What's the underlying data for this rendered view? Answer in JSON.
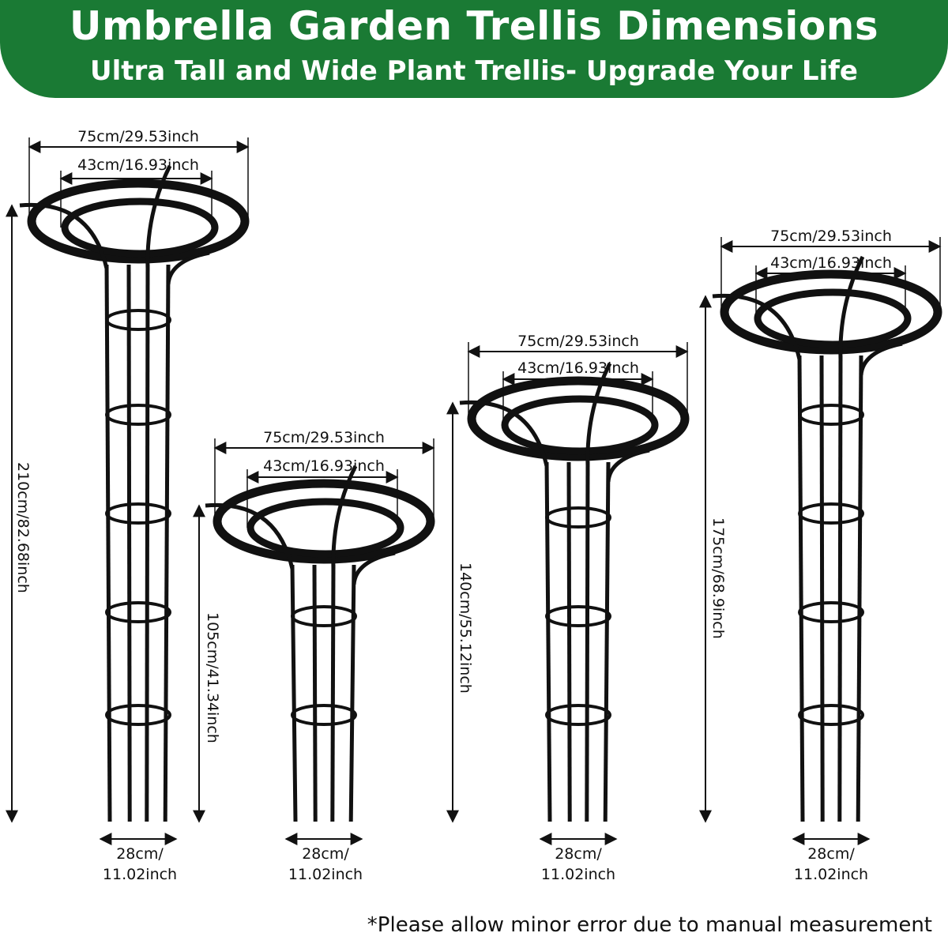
{
  "header": {
    "title": "Umbrella Garden Trellis Dimensions",
    "subtitle": "Ultra Tall and Wide Plant Trellis- Upgrade Your Life"
  },
  "trellises": [
    {
      "outer_width": "75cm/29.53inch",
      "inner_width": "43cm/16.93inch",
      "height": "210cm/82.68inch",
      "base_line1": "28cm/",
      "base_line2": "11.02inch"
    },
    {
      "outer_width": "75cm/29.53inch",
      "inner_width": "43cm/16.93inch",
      "height": "105cm/41.34inch",
      "base_line1": "28cm/",
      "base_line2": "11.02inch"
    },
    {
      "outer_width": "75cm/29.53inch",
      "inner_width": "43cm/16.93inch",
      "height": "140cm/55.12inch",
      "base_line1": "28cm/",
      "base_line2": "11.02inch"
    },
    {
      "outer_width": "75cm/29.53inch",
      "inner_width": "43cm/16.93inch",
      "height": "175cm/68.9inch",
      "base_line1": "28cm/",
      "base_line2": "11.02inch"
    }
  ],
  "footer": {
    "note": "*Please allow minor error due to manual measurement"
  },
  "colors": {
    "banner": "#1a7a34",
    "frame": "#111111"
  }
}
